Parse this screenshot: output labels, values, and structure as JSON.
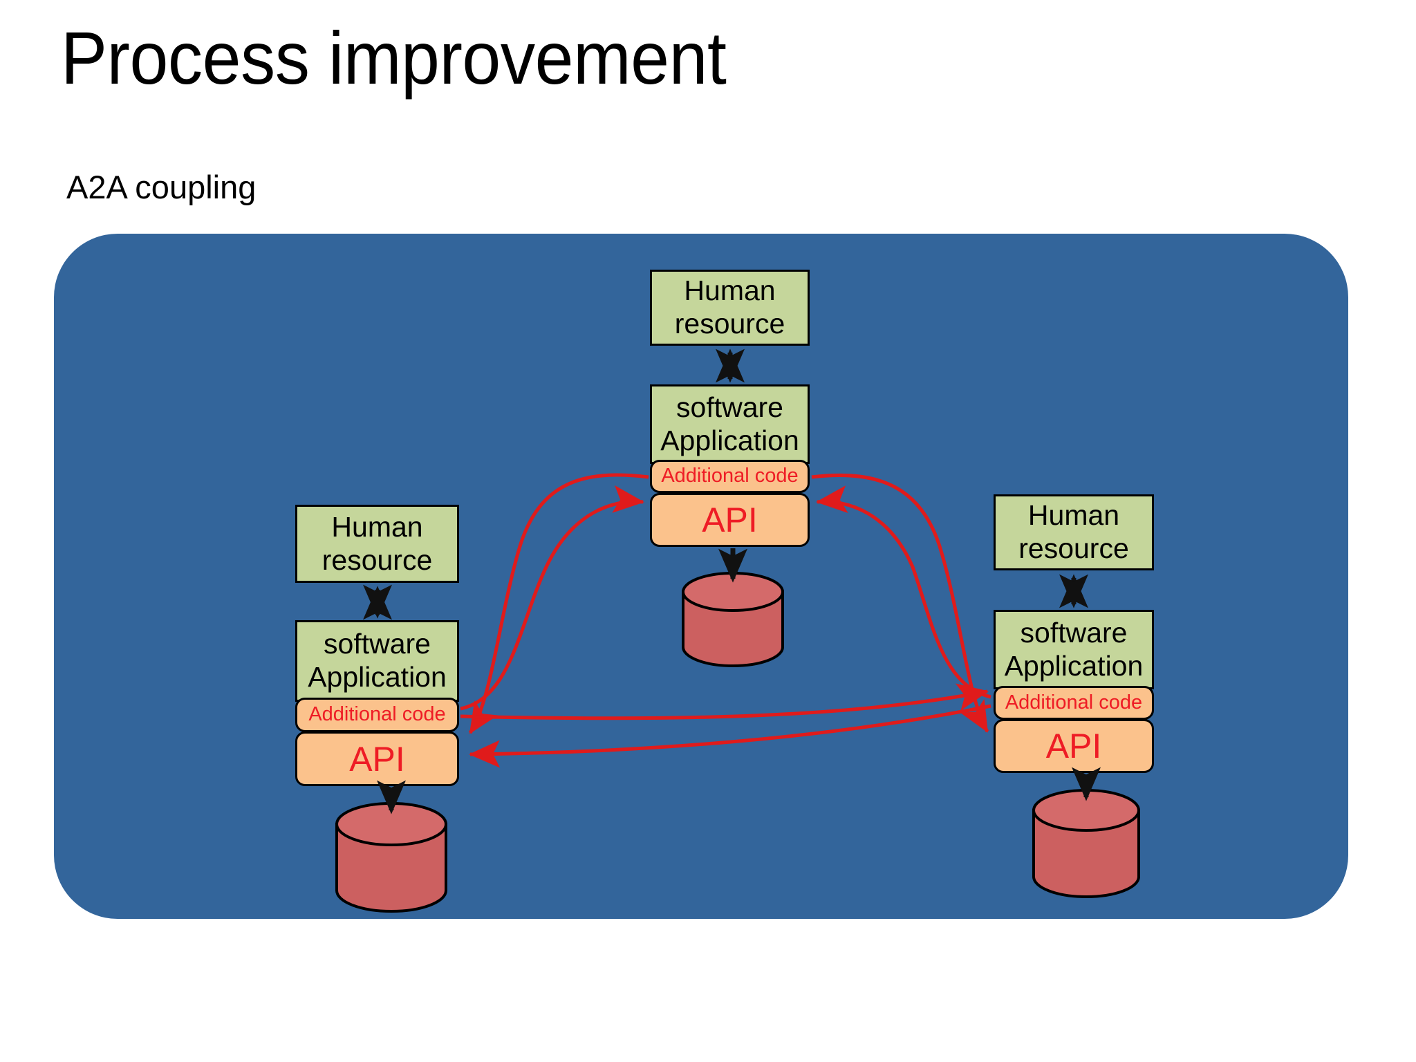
{
  "slide": {
    "title": "Process improvement",
    "subtitle": "A2A coupling"
  },
  "colors": {
    "panel_blue": "#33659B",
    "box_green": "#C5D69B",
    "box_orange": "#FBC28C",
    "database_red": "#CC6060",
    "connector_red": "#E01B1B",
    "text_red": "#EE1C25",
    "outline_black": "#000000",
    "background_white": "#FFFFFF"
  },
  "nodes": [
    {
      "id": "left",
      "human_resource": "Human\nresource",
      "human_resource_line1": "Human",
      "human_resource_line2": "resource",
      "software_application_line1": "software",
      "software_application_line2": "Application",
      "additional_code": "Additional code",
      "api": "API",
      "database": "database-cylinder"
    },
    {
      "id": "center",
      "human_resource_line1": "Human",
      "human_resource_line2": "resource",
      "software_application_line1": "software",
      "software_application_line2": "Application",
      "additional_code": "Additional code",
      "api": "API",
      "database": "database-cylinder"
    },
    {
      "id": "right",
      "human_resource_line1": "Human",
      "human_resource_line2": "resource",
      "software_application_line1": "software",
      "software_application_line2": "Application",
      "additional_code": "Additional code",
      "api": "API",
      "database": "database-cylinder"
    }
  ],
  "connections": {
    "description": "Point-to-point A2A couplings between every pair of applications via Additional code and API",
    "pairs": [
      {
        "from": "left.additional-code",
        "to": "center.api"
      },
      {
        "from": "center.additional-code",
        "to": "left.api"
      },
      {
        "from": "center.additional-code",
        "to": "right.api"
      },
      {
        "from": "right.additional-code",
        "to": "center.api"
      },
      {
        "from": "left.additional-code",
        "to": "right.api"
      },
      {
        "from": "right.additional-code",
        "to": "left.api"
      }
    ],
    "internal": [
      {
        "from": "human-resource",
        "to": "software-application",
        "style": "double-arrow-black"
      },
      {
        "from": "api",
        "to": "database",
        "style": "single-arrow-black"
      }
    ]
  }
}
